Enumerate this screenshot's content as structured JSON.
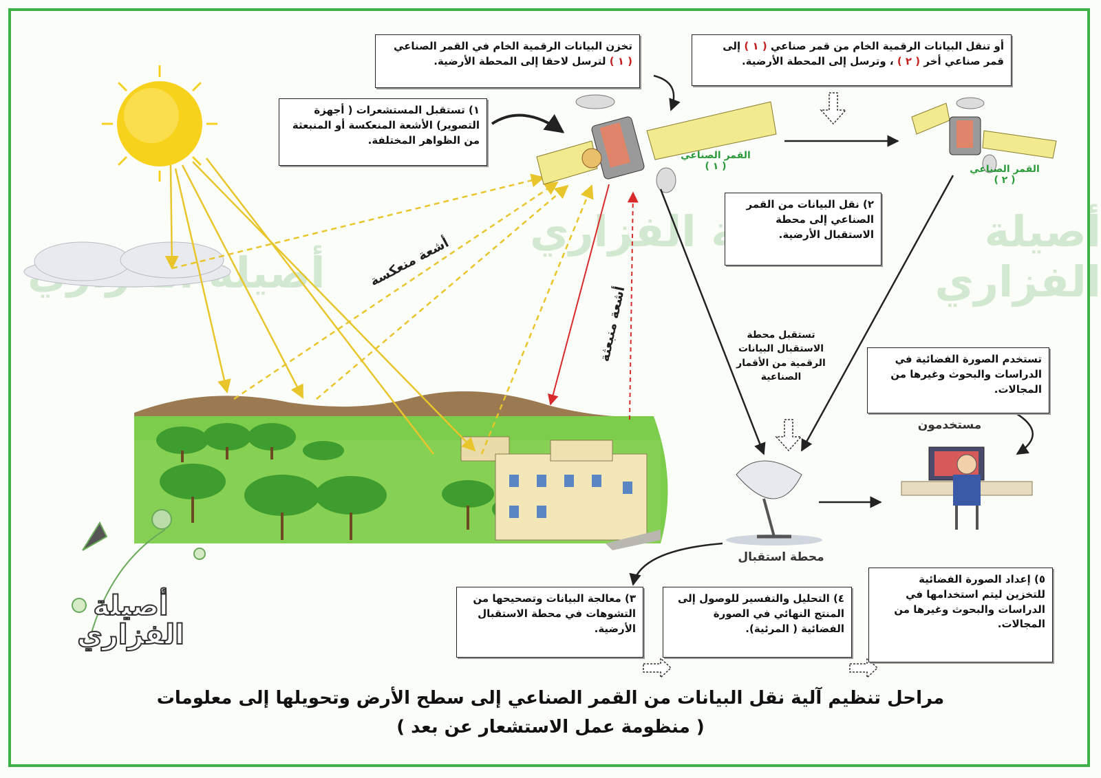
{
  "boxes": {
    "store": {
      "line1": "تخزن البيانات الرقمية الخام في القمر الصناعي",
      "line2_pre": "( ١ )",
      "line2": " لترسل لاحقا إلى المحطة الأرضية."
    },
    "transfer": {
      "line1_a": "أو تنقل البيانات الرقمية الخام من قمر صناعي",
      "line1_red": "( ١ )",
      "line1_b": "إلى",
      "line2_a": "قمر صناعي أخر",
      "line2_red": "( ٢ )",
      "line2_b": "، وترسل إلى المحطة الأرضية."
    },
    "step1": "١) تستقبل المستشعرات ( أجهزة التصوير) الأشعة المنعكسة أو المنبعثة من الظواهر المختلفة.",
    "step2": "٢) نقل البيانات من القمر الصناعي إلى محطة الاستقبال الأرضية.",
    "station_receive": "تستقبل محطة الاستقبال البيانات الرقمية من الأقمار الصناعية",
    "users_use": "تستخدم الصورة الفضائية في الدراسات والبحوث وغيرها من المجالات.",
    "step3": "٣) معالجة البيانات وتصحيحها من التشوهات في محطة الاستقبال الأرضية.",
    "step4": "٤) التحليل والتفسير للوصول إلى المنتج النهائي في الصورة الفضائية ( المرئية).",
    "step5": "٥) إعداد الصورة الفضائية للتخزين ليتم استخدامها في الدراسات والبحوث وغيرها من المجالات."
  },
  "labels": {
    "sat1_name": "القمر الصناعي",
    "sat1_num": "( ١ )",
    "sat2_name": "القمر الصناعي",
    "sat2_num": "( ٢ )",
    "reflected_rays": "أشعة منعكسة",
    "emitted_rays": "أشعة منبعثة",
    "station": "محطة استقبال",
    "users": "مستخدمون"
  },
  "title": {
    "line1": "مراحل تنظيم آلية نقل البيانات من القمر الصناعي إلى سطح الأرض وتحويلها إلى معلومات",
    "line2": "( منظومة عمل الاستشعار عن بعد )"
  },
  "logo": {
    "line1": "أصيلة",
    "line2": "الفزاري"
  },
  "watermark": "أصيلة الفزاري",
  "colors": {
    "frame": "#3db046",
    "accent_red": "#c41f1f",
    "satellite_label": "#2a9a3a",
    "sun": "#f6d21d",
    "grass": "#7ccd4c",
    "mountain": "#9b7a52"
  }
}
